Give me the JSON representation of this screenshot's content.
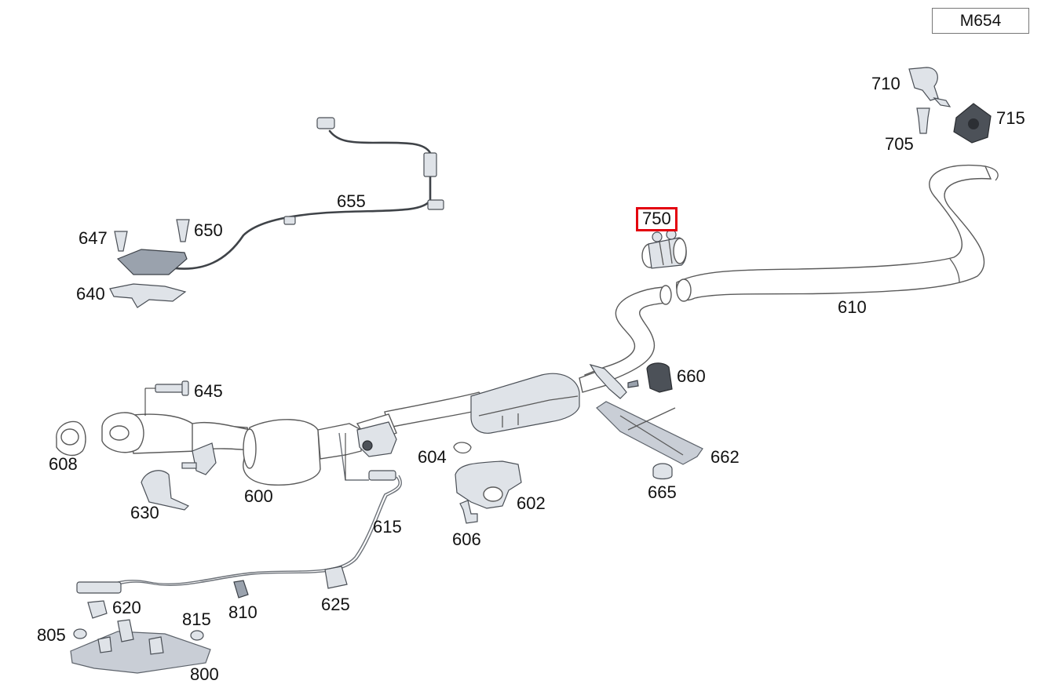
{
  "engine_code": "M654",
  "highlighted_part": "750",
  "parts": [
    {
      "id": "p600",
      "label": "600"
    },
    {
      "id": "p602",
      "label": "602"
    },
    {
      "id": "p604",
      "label": "604"
    },
    {
      "id": "p606",
      "label": "606"
    },
    {
      "id": "p608",
      "label": "608"
    },
    {
      "id": "p610",
      "label": "610"
    },
    {
      "id": "p615",
      "label": "615"
    },
    {
      "id": "p620",
      "label": "620"
    },
    {
      "id": "p625",
      "label": "625"
    },
    {
      "id": "p630",
      "label": "630"
    },
    {
      "id": "p640",
      "label": "640"
    },
    {
      "id": "p645",
      "label": "645"
    },
    {
      "id": "p647",
      "label": "647"
    },
    {
      "id": "p650",
      "label": "650"
    },
    {
      "id": "p655",
      "label": "655"
    },
    {
      "id": "p660",
      "label": "660"
    },
    {
      "id": "p662",
      "label": "662"
    },
    {
      "id": "p665",
      "label": "665"
    },
    {
      "id": "p705",
      "label": "705"
    },
    {
      "id": "p710",
      "label": "710"
    },
    {
      "id": "p715",
      "label": "715"
    },
    {
      "id": "p750",
      "label": "750"
    },
    {
      "id": "p800",
      "label": "800"
    },
    {
      "id": "p805",
      "label": "805"
    },
    {
      "id": "p810",
      "label": "810"
    },
    {
      "id": "p815",
      "label": "815"
    }
  ],
  "colors": {
    "highlight": "#e3000f",
    "part_fill": "#dfe3e8",
    "part_dark": "#4c5158",
    "line": "#5a5a5a"
  }
}
